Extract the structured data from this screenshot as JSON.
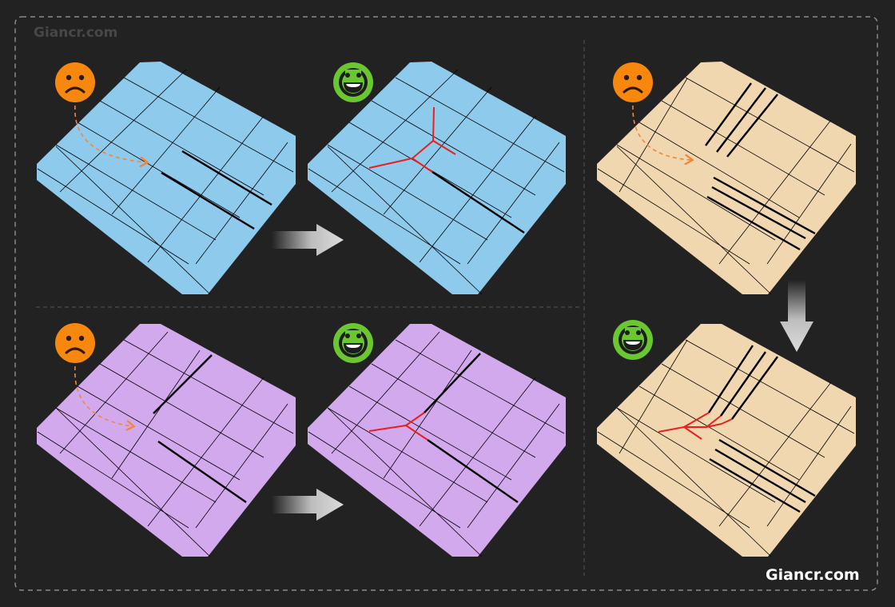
{
  "watermark_top": "Giancr.com",
  "watermark_bottom": "Giancr.com",
  "colors": {
    "background": "#222222",
    "frame_dash": "#8a8a8a",
    "divider_dash": "#555555",
    "blue_panel": "#8ecaec",
    "purple_panel": "#d3a9ee",
    "peach_panel": "#f0d7b0",
    "grid_line": "#000000",
    "merge_line": "#e8201e",
    "sad_face": "#f7880d",
    "happy_face": "#6ac72f",
    "arrow_curve": "#f5853b",
    "block_arrow": "#d9d9d9"
  },
  "icons": {
    "sad": "sad-face-icon",
    "happy": "happy-face-icon",
    "right_arrow": "right-arrow-icon",
    "down_arrow": "down-arrow-icon",
    "curved_arrow": "curved-dashed-arrow-icon"
  },
  "examples": [
    {
      "name": "blue-t-junction",
      "before": "sad",
      "after": "happy",
      "transition": "right"
    },
    {
      "name": "purple-offset-lines",
      "before": "sad",
      "after": "happy",
      "transition": "right"
    },
    {
      "name": "peach-double-lines",
      "before": "sad",
      "after": "happy",
      "transition": "down"
    }
  ]
}
